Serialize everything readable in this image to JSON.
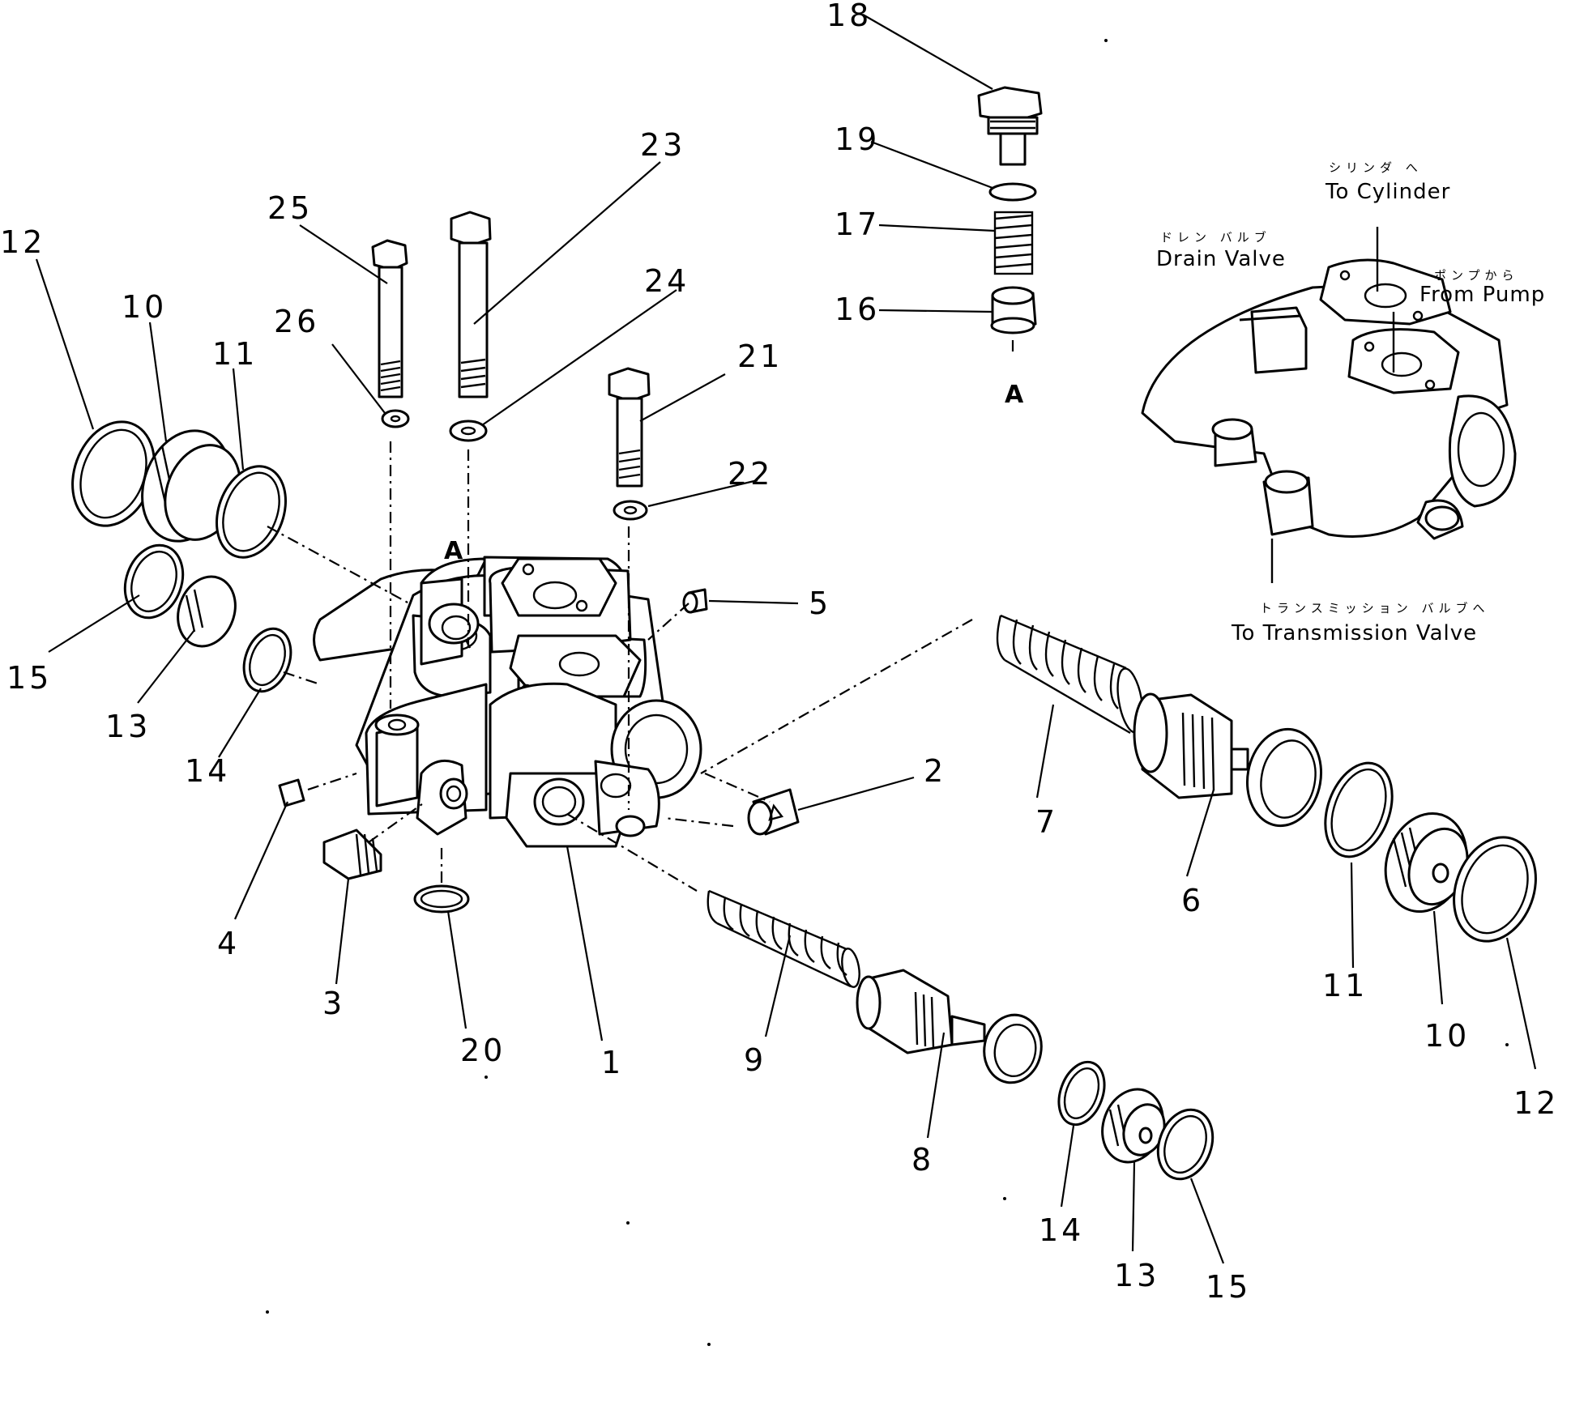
{
  "part_numbers": [
    "18",
    "19",
    "17",
    "16",
    "23",
    "25",
    "24",
    "21",
    "22",
    "26",
    "12",
    "10",
    "11",
    "15",
    "13",
    "14",
    "5",
    "2",
    "7",
    "6",
    "11",
    "10",
    "12",
    "4",
    "3",
    "20",
    "1",
    "9",
    "8",
    "14",
    "13",
    "15"
  ],
  "view_marks": {
    "detail": "A",
    "body": "A"
  },
  "ports": {
    "cylinder_jp": "シリンダ へ",
    "cylinder_en": "To Cylinder",
    "drain_jp": "ドレン バルブ",
    "drain_en": "Drain Valve",
    "pump_jp": "ポンプから",
    "pump_en": "From Pump",
    "transmission_jp": "トランスミッション バルブへ",
    "transmission_en": "To Transmission Valve"
  }
}
